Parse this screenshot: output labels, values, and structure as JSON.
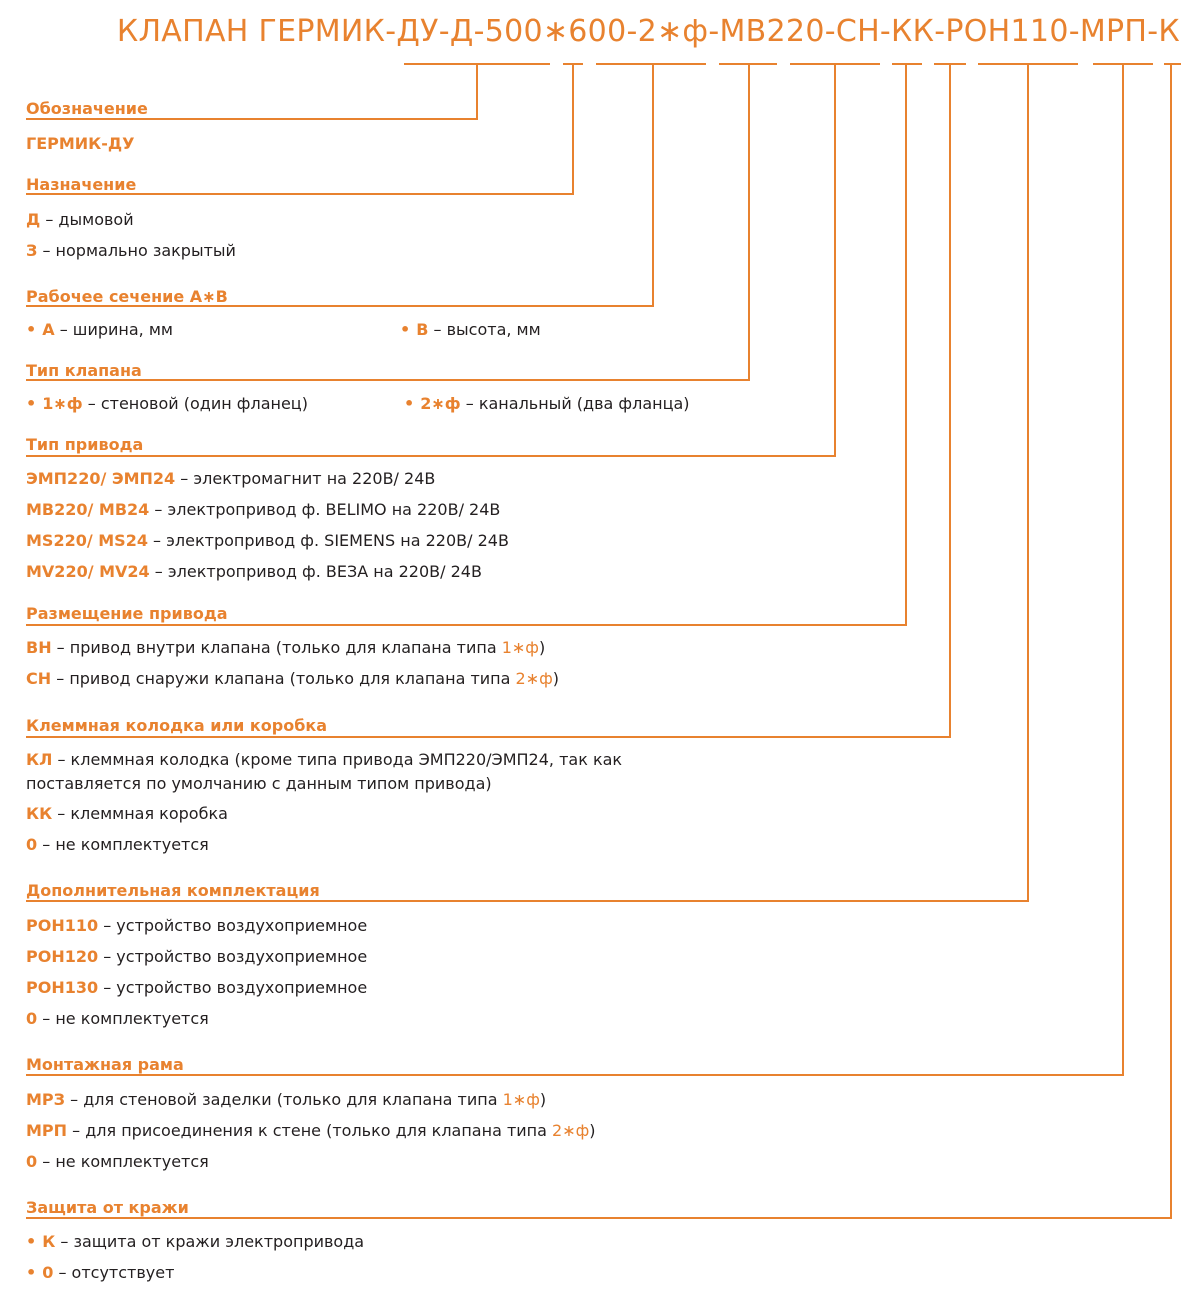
{
  "title": "КЛАПАН ГЕРМИК-ДУ-Д-500∗600-2∗ф-МВ220-СН-КК-РОН110-МРП-К",
  "sections": {
    "oboznachenie": {
      "heading": "Обозначение",
      "line1": "ГЕРМИК-ДУ"
    },
    "naznachenie": {
      "heading": "Назначение",
      "d_code": "Д",
      "d_text": " – дымовой",
      "z_code": "З",
      "z_text": " – нормально закрытый"
    },
    "sechenie": {
      "heading": "Рабочее сечение А∗В",
      "a_bullet": "•",
      "a_code": "А",
      "a_text": " – ширина, мм",
      "b_bullet": "•",
      "b_code": "В",
      "b_text": " – высота, мм"
    },
    "tip_klapana": {
      "heading": "Тип клапана",
      "t1_bullet": "•",
      "t1_code": "1∗ф",
      "t1_text": " – стеновой (один фланец)",
      "t2_bullet": "•",
      "t2_code": "2∗ф",
      "t2_text": " – канальный (два фланца)"
    },
    "tip_privoda": {
      "heading": "Тип привода",
      "r1_code": "ЭМП220/ ЭМП24",
      "r1_text": " – электромагнит на 220В/ 24В",
      "r2_code": "МВ220/ МВ24",
      "r2_text": " – электропривод ф. BELIMO на 220В/ 24В",
      "r3_code": "MS220/ MS24",
      "r3_text": " – электропривод ф. SIEMENS на 220В/ 24В",
      "r4_code": "MV220/ MV24",
      "r4_text": " – электропривод ф. ВЕЗА на 220В/ 24В"
    },
    "razmeshenie": {
      "heading": "Размещение привода",
      "vn_code": "ВН",
      "vn_text": " – привод внутри клапана (только для клапана типа ",
      "vn_hl": "1∗ф",
      "vn_end": ")",
      "sn_code": "СН",
      "sn_text": " – привод снаружи клапана (только для клапана типа ",
      "sn_hl": "2∗ф",
      "sn_end": ")"
    },
    "klemmnaya": {
      "heading": "Клеммная колодка или коробка",
      "kl_code": "КЛ",
      "kl_text": " – клеммная колодка (кроме типа привода ЭМП220/ЭМП24, так как",
      "kl_text2": "поставляется по умолчанию с данным типом привода)",
      "kk_code": "КК",
      "kk_text": " – клеммная коробка",
      "z_code": "0",
      "z_text": " – не комплектуется"
    },
    "dop": {
      "heading": "Дополнительная комплектация",
      "r1_code": "РОН110",
      "r1_text": " – устройство воздухоприемное",
      "r2_code": "РОН120",
      "r2_text": " – устройство воздухоприемное",
      "r3_code": "РОН130",
      "r3_text": " – устройство воздухоприемное",
      "z_code": "0",
      "z_text": " – не комплектуется"
    },
    "rama": {
      "heading": "Монтажная рама",
      "mrz_code": "МРЗ",
      "mrz_text": " – для стеновой заделки (только для клапана типа ",
      "mrz_hl": "1∗ф",
      "mrz_end": ")",
      "mrp_code": "МРП",
      "mrp_text": " – для присоединения к стене (только для клапана типа ",
      "mrp_hl": "2∗ф",
      "mrp_end": ")",
      "z_code": "0",
      "z_text": " – не комплектуется"
    },
    "zashita": {
      "heading": "Защита от кражи",
      "k_bullet": "•",
      "k_code": "К",
      "k_text": " – защита от кражи электропривода",
      "z_bullet": "•",
      "z_code": "0",
      "z_text": " – отсутствует"
    }
  },
  "colors": {
    "accent": "#e8822f",
    "text": "#231f20"
  }
}
